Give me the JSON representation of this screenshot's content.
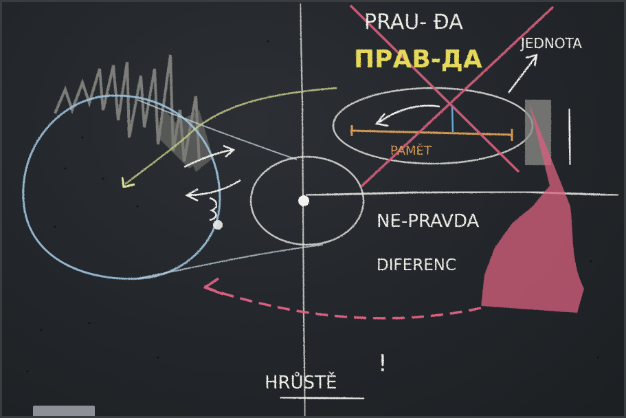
{
  "board": {
    "labels": {
      "pravda_latin": "PRAU- ĐA",
      "pravda_cyrillic": "ПРAB-ДА",
      "jednota": "JEDNOTA",
      "pamet": "PAMĚT",
      "ne_pravda": "NE-PRAVDA",
      "diference": "DIFERENC",
      "hruste": "HRŮSTĚ",
      "exclamation": "!"
    },
    "colors": {
      "background": "#22262a",
      "chalk_white": "#e8e8e3",
      "chalk_blue": "#9fc3dd",
      "chalk_pink": "#d9617e",
      "chalk_yellow": "#e6d95a",
      "chalk_orange": "#d79a55",
      "chalk_grey": "#9a9a92"
    }
  }
}
